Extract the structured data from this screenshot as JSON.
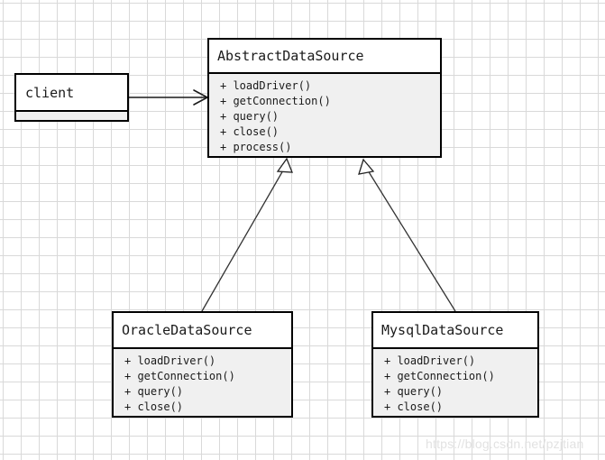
{
  "diagram": {
    "type": "uml-class-diagram",
    "title": "AbstractDataSource class hierarchy",
    "background": "#ffffff",
    "grid_color": "#d9d9d9",
    "line_color": "#333333",
    "body_fill": "#f0f0f0",
    "header_fill": "#ffffff",
    "border_color": "#000000"
  },
  "classes": {
    "client": {
      "name": "client",
      "methods": []
    },
    "abstract": {
      "name": "AbstractDataSource",
      "methods": [
        "+ loadDriver()",
        "+ getConnection()",
        "+ query()",
        "+ close()",
        "+ process()"
      ]
    },
    "oracle": {
      "name": "OracleDataSource",
      "methods": [
        "+ loadDriver()",
        "+ getConnection()",
        "+ query()",
        "+ close()"
      ]
    },
    "mysql": {
      "name": "MysqlDataSource",
      "methods": [
        "+ loadDriver()",
        "+ getConnection()",
        "+ query()",
        "+ close()"
      ]
    }
  },
  "relations": [
    {
      "id": "client-to-abstract",
      "kind": "association",
      "from": "client",
      "to": "abstract",
      "arrowhead": "open"
    },
    {
      "id": "oracle-to-abstract",
      "kind": "generalization",
      "from": "oracle",
      "to": "abstract",
      "arrowhead": "hollow-triangle"
    },
    {
      "id": "mysql-to-abstract",
      "kind": "generalization",
      "from": "mysql",
      "to": "abstract",
      "arrowhead": "hollow-triangle"
    }
  ],
  "watermark": {
    "text": "https://blog.csdn.net/pzjtian",
    "color": "#e2e2e2"
  }
}
